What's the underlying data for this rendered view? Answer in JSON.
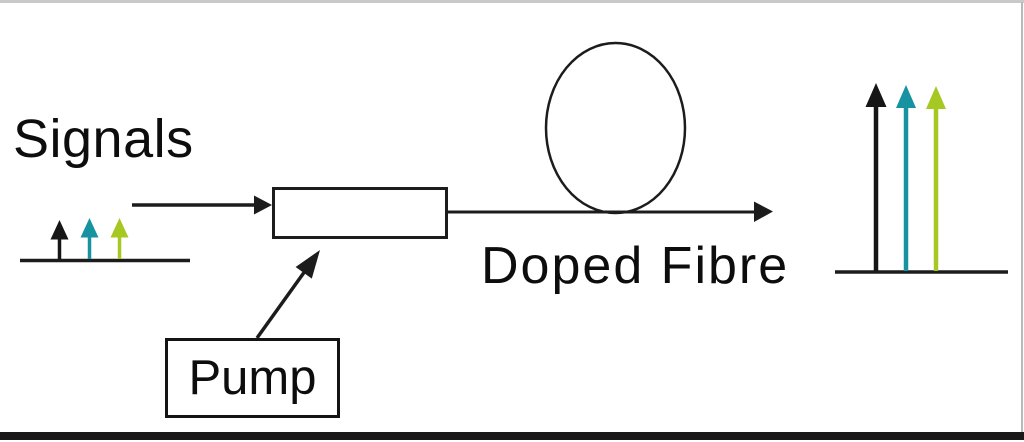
{
  "labels": {
    "signals": "Signals",
    "doped_fibre": "Doped Fibre",
    "pump": "Pump"
  },
  "colors": {
    "ink": "#1c1c1c",
    "signal_black": "#161616",
    "signal_teal": "#1792a0",
    "signal_green": "#a7c823",
    "frame_top": "#c9c9c9",
    "frame_right": "#b9b9b9",
    "frame_bottom": "#191919",
    "background": "#ffffff"
  },
  "spectra": {
    "input": {
      "name": "input signals (before amplification)",
      "wavelength_colors": [
        "black",
        "teal",
        "yellow-green"
      ],
      "relative_height": "small"
    },
    "output": {
      "name": "output signals (after amplification)",
      "wavelength_colors": [
        "black",
        "teal",
        "yellow-green"
      ],
      "relative_height": "large"
    }
  }
}
